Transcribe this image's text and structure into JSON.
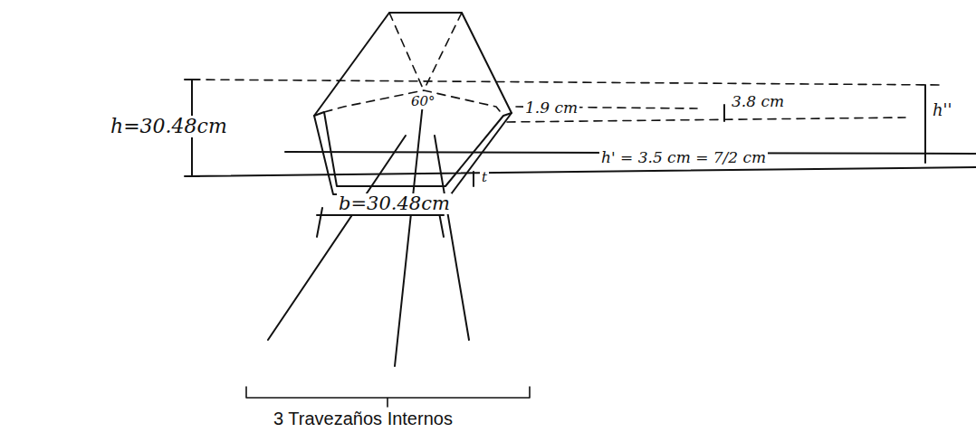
{
  "diagram": {
    "labels": [
      "h=30.48cm",
      "60°",
      "1.9 cm",
      "3.8 cm",
      "h''",
      "h' = 3.5 cm = 7/2 cm",
      "t",
      "b=30.48cm",
      "3 Travezaños Internos"
    ]
  }
}
